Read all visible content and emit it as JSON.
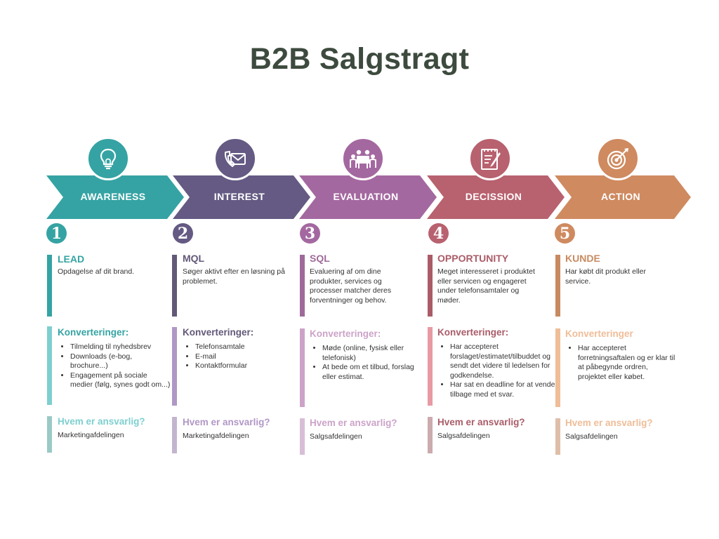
{
  "title": "B2B Salgstragt",
  "stages": [
    {
      "label": "AWARENESS",
      "number": "1",
      "icon": "lightbulb-icon",
      "color": "#35a3a3",
      "accent": "#35a3a3",
      "light": "#7ecfcf",
      "pale": "#9bc9c6",
      "head": "LEAD",
      "desc": "Opdagelse af dit brand.",
      "conv_head": "Konverteringer:",
      "conv_items": [
        "Tilmelding til nyhedsbrev",
        "Downloads (e-bog, brochure...)",
        "Engagement på sociale medier (følg, synes godt om...)"
      ],
      "resp_head": "Hvem er ansvarlig?",
      "resp": "Marketingafdelingen"
    },
    {
      "label": "INTEREST",
      "number": "2",
      "icon": "phone-envelope-icon",
      "color": "#645a83",
      "accent": "#625878",
      "light": "#b197c6",
      "pale": "#c3b5cf",
      "head": "MQL",
      "desc": "Søger aktivt efter en løsning på problemet.",
      "conv_head": "Konverteringer:",
      "conv_items": [
        "Telefonsamtale",
        "E-mail",
        "Kontaktformular"
      ],
      "resp_head": "Hvem er ansvarlig?",
      "resp": "Marketingafdelingen"
    },
    {
      "label": "EVALUATION",
      "number": "3",
      "icon": "meeting-icon",
      "color": "#a468a0",
      "accent": "#9e6a99",
      "light": "#cca3c8",
      "pale": "#d7bed6",
      "head": "SQL",
      "desc": "Evaluering af om dine produkter, services og processer matcher deres forventninger og behov.",
      "conv_head": "Konverteringer:",
      "conv_items": [
        "Møde (online, fysisk eller telefonisk)",
        "At bede om et tilbud, forslag eller estimat."
      ],
      "resp_head": "Hvem er ansvarlig?",
      "resp": "Salgsafdelingen"
    },
    {
      "label": "DECISSION",
      "number": "4",
      "icon": "clipboard-icon",
      "color": "#b8616f",
      "accent": "#a95c68",
      "light": "#e79aa4",
      "pale": "#ccaaad",
      "head": "OPPORTUNITY",
      "desc": "Meget interesseret i produktet eller servicen og engageret under telefonsamtaler og møder.",
      "conv_head": "Konverteringer:",
      "conv_items": [
        "Har accepteret forslaget/estimatet/tilbuddet og sendt det videre til ledelsen for godkendelse.",
        "Har sat en deadline for at vende tilbage med et svar."
      ],
      "resp_head": "Hvem er ansvarlig?",
      "resp": "Salgsafdelingen"
    },
    {
      "label": "ACTION",
      "number": "5",
      "icon": "target-icon",
      "color": "#cf8a60",
      "accent": "#c88a60",
      "light": "#efbd98",
      "pale": "#dfbea8",
      "head": "KUNDE",
      "desc": "Har købt dit produkt eller service.",
      "conv_head": "Konverteringer",
      "conv_items": [
        "Har accepteret forretningsaftalen og er klar til at påbegynde ordren, projektet eller købet."
      ],
      "resp_head": "Hvem er ansvarlig?",
      "resp": "Salgsafdelingen"
    }
  ]
}
